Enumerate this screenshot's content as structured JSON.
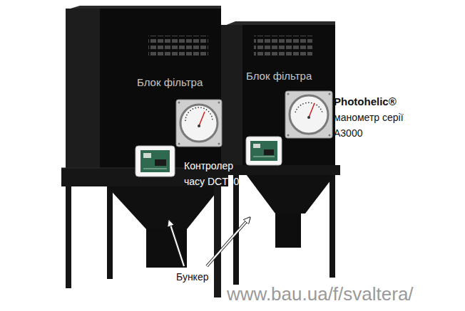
{
  "diagram": {
    "nodes": [
      {
        "text": [
          "Блок фільтра"
        ]
      },
      {
        "text": [
          "Блок фільтра"
        ]
      }
    ],
    "labels": [
      "Photohelic®",
      "манометр серії А3000",
      "Контролер часу DCT500A",
      "Бункер",
      "www.bau.ua/f/svaltera/"
    ]
  }
}
